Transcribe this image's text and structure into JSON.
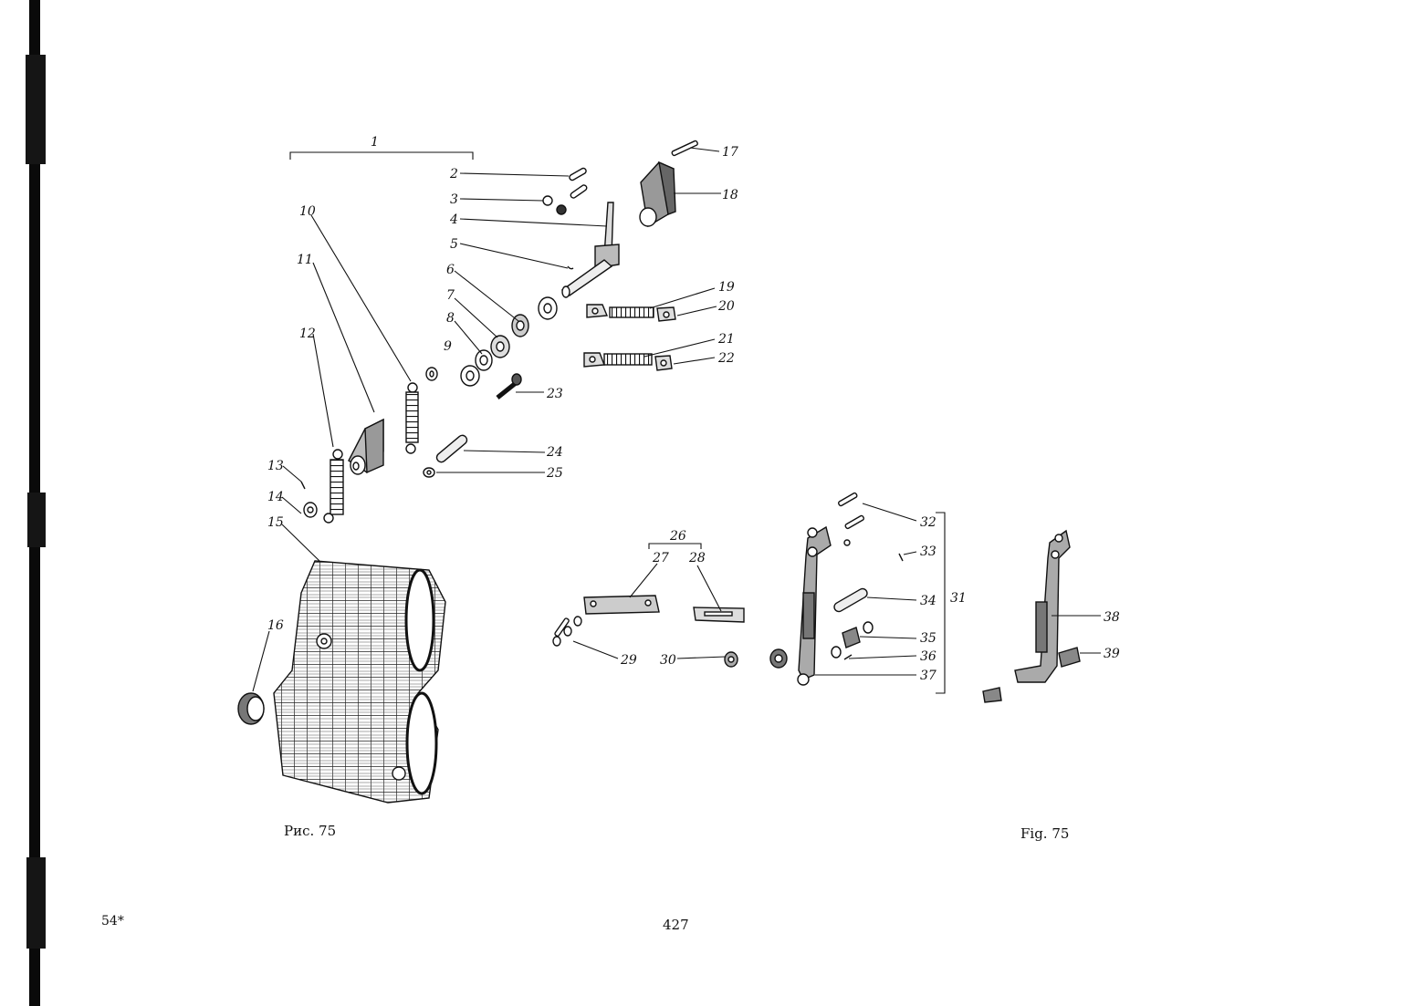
{
  "callouts": [
    "1",
    "2",
    "3",
    "4",
    "5",
    "6",
    "7",
    "8",
    "9",
    "10",
    "11",
    "12",
    "13",
    "14",
    "15",
    "16",
    "17",
    "18",
    "19",
    "20",
    "21",
    "22",
    "23",
    "24",
    "25",
    "26",
    "27",
    "28",
    "29",
    "30",
    "31",
    "32",
    "33",
    "34",
    "35",
    "36",
    "37",
    "38",
    "39"
  ],
  "captions": {
    "ru": "Рис. 75",
    "en": "Fig. 75"
  },
  "footer": {
    "signature": "54*",
    "page_number": "427"
  }
}
